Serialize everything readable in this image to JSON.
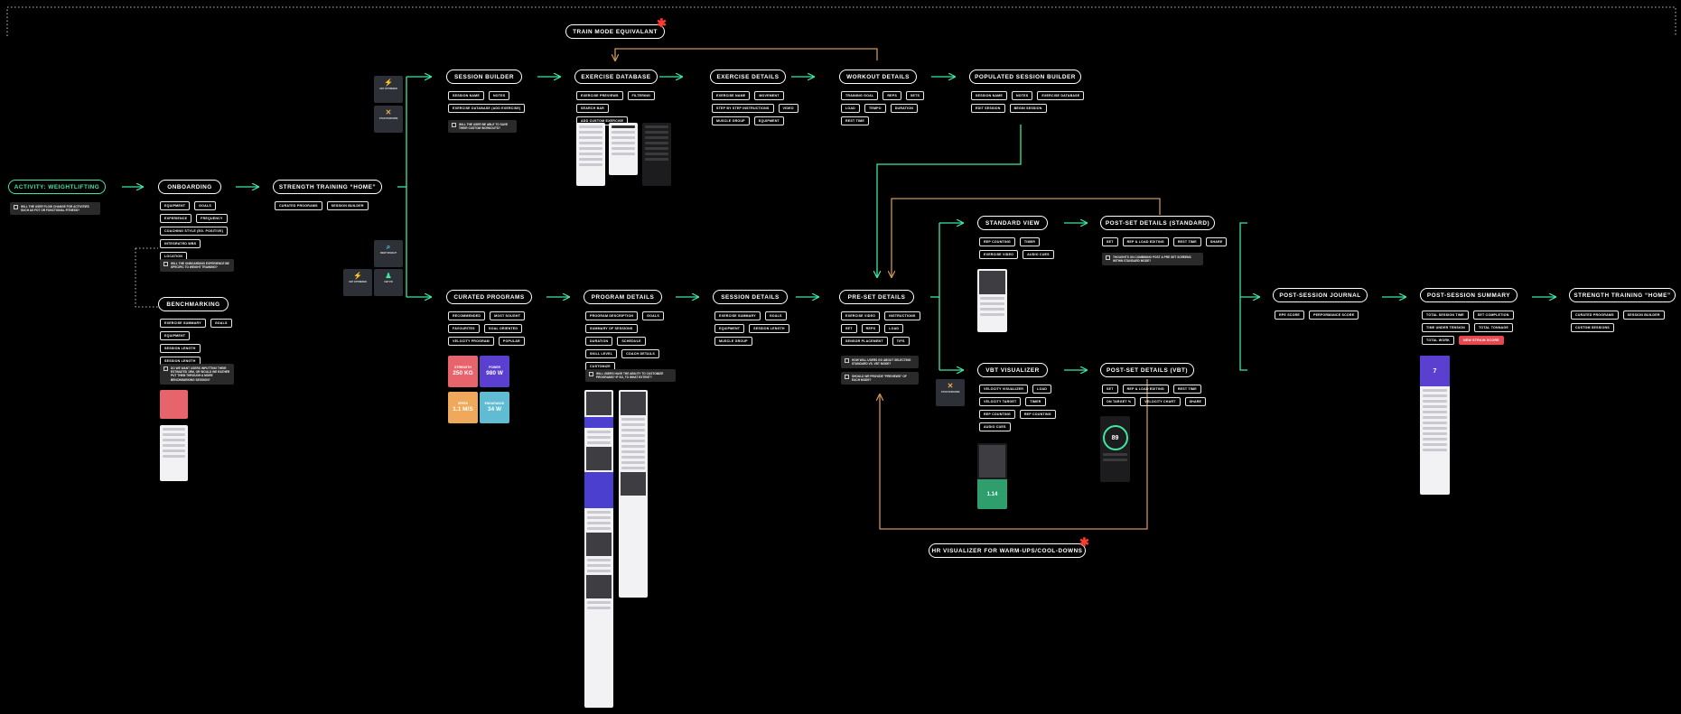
{
  "colors": {
    "green_flow": "#3ee8a0",
    "tan_flow": "#c9955a",
    "accent_red": "#ff3b30",
    "background": "#000000"
  },
  "nodes": {
    "activity": "ACTIVITY: WEIGHTLIFTING",
    "onboarding": "ONBOARDING",
    "benchmarking": "BENCHMARKING",
    "home": "STRENGTH TRAINING “HOME”",
    "session_builder": "SESSION BUILDER",
    "exercise_database": "EXERCISE DATABASE",
    "exercise_details": "EXERCISE DETAILS",
    "workout_details": "WORKOUT DETAILS",
    "populated_builder": "POPULATED SESSION BUILDER",
    "train_mode": "TRAIN MODE EQUIVALANT",
    "curated_programs": "CURATED PROGRAMS",
    "program_details": "PROGRAM DETAILS",
    "session_details": "SESSION DETAILS",
    "pre_set": "PRE-SET DETAILS",
    "standard_view": "STANDARD VIEW",
    "vbt_visualizer": "VBT VISUALIZER",
    "post_set_standard": "POST-SET DETAILS (STANDARD)",
    "post_set_vbt": "POST-SET DETAILS (VBT)",
    "journal": "POST-SESSION JOURNAL",
    "summary": "POST-SESSION SUMMARY",
    "home_end": "STRENGTH TRAINING “HOME”",
    "hr_visualizer": "HR VISUALIZER FOR WARM-UPS/COOL-DOWNS"
  },
  "chips": {
    "onboarding": [
      "EQUIPMENT",
      "GOALS",
      "EXPERIENCE",
      "FREQUENCY",
      "COACHING STYLE (EG. POSITIVE)",
      "INTEGRATED WBS",
      "LOCATION"
    ],
    "benchmarking": [
      "EXERCISE SUMMARY",
      "GOALS",
      "EQUIPMENT",
      "SESSION LENGTH",
      "SESSION LENGTH"
    ],
    "home": [
      "CURATED PROGRAMS",
      "SESSION BUILDER"
    ],
    "session_builder": [
      "SESSION NAME",
      "NOTES",
      "EXERCISE DATABASE (ADD EXERCISE)"
    ],
    "exercise_database": [
      "EXERCISE PREVIEWS",
      "FILTERING",
      "SEARCH BAR",
      "ADD CUSTOM EXERCISE"
    ],
    "exercise_details": [
      "EXERCISE NAME",
      "MOVEMENT",
      "STEP BY STEP INSTRUCTIONS",
      "VIDEO",
      "MUSCLE GROUP",
      "EQUIPMENT"
    ],
    "workout_details": [
      "TRAINING GOAL",
      "REPS",
      "SETS",
      "LOAD",
      "TEMPO",
      "DURATION",
      "REST TIME"
    ],
    "populated_builder": [
      "SESSION NAME",
      "NOTES",
      "EXERCISE DATABASE",
      "EDIT SESSION",
      "BEGIN SESSION"
    ],
    "curated_programs": [
      "RECOMMENDED",
      "MOST SOUGHT",
      "FAVOURITES",
      "GOAL ORIENTED",
      "VELOCITY PROGRAM",
      "POPULAR"
    ],
    "program_details": [
      "PROGRAM DESCRIPTION",
      "GOALS",
      "SUMMARY OF SESSIONS",
      "DURATION",
      "SCHEDULE",
      "SKILL LEVEL",
      "COACH DETAILS",
      "CUSTOMIZE"
    ],
    "session_details": [
      "EXERCISE SUMMARY",
      "GOALS",
      "EQUIPMENT",
      "SESSION LENGTH",
      "MUSCLE GROUP"
    ],
    "pre_set": [
      "EXERCISE VIDEO",
      "INSTRUCTIONS",
      "SET",
      "REPS",
      "LOAD",
      "SENSOR PLACEMENT",
      "TIPS"
    ],
    "standard_view": [
      "REP COUNTING",
      "TIMER",
      "EXERCISE VIDEO",
      "AUDIO CUES"
    ],
    "vbt_visualizer": [
      "VELOCITY VISUALIZER",
      "LOAD",
      "VELOCITY TARGET",
      "TIMER",
      "REP COUNTING",
      "REP COUNTING",
      "AUDIO CUES"
    ],
    "post_set_standard": [
      "SET",
      "REP & LOAD EDITING",
      "REST TIME",
      "SHARE"
    ],
    "post_set_vbt": [
      "SET",
      "REP & LOAD EDITING",
      "REST TIME",
      "ON TARGET %",
      "VELOCITY CHART",
      "SHARE"
    ],
    "journal": [
      "RPE SCORE",
      "PERFORMANCE SCORE"
    ],
    "summary": [
      "TOTAL SESSION TIME",
      "SET COMPLETION",
      "TIME UNDER TENSION",
      "TOTAL TONNAGE",
      "TOTAL WORK"
    ],
    "summary_red": "NEW STRAIN SCORE",
    "home_end": [
      "CURATED PROGRAMS",
      "SESSION BUILDER",
      "CUSTOM SESSIONS"
    ]
  },
  "notes": {
    "activity": "WILL THE USER FLOW CHANGE FOR ACTIVITIES SUCH AS FOT OR FUNCTIONAL FITNESS?",
    "onboarding": "WILL THE ONBOARDING EXPERIENCE BE SPECIFIC TO WEIGHT TRAINING?",
    "benchmarking": "DO WE WANT USERS INPUTTING THEIR ESTIMATED 1RM, OR WOULD WE RATHER PUT THEM THROUGH A MORE BENCHMARKING SESSION?",
    "session_builder": "WILL THE USER BE ABLE TO SAVE THEIR CUSTOM WORKOUTS?",
    "program_details": "WILL USERS HAVE THE ABILITY TO CUSTOMIZE PROGRAMS? IF SO, TO WHAT EXTENT?",
    "pre_set_1": "HOW WILL USERS GO ABOUT SELECTING STANDARD VS. VBT MODE?",
    "pre_set_2": "SHOULD WE PROVIDE \"PREVIEWS\" OF EACH MODE?",
    "post_set_standard": "THOUGHTS ON COMBINING POST & PRE SET SCREENS WITHIN STANDARD MODE?"
  },
  "tiles": [
    {
      "label": "STRENGTH",
      "value": "250 KG",
      "color": "#e8646c"
    },
    {
      "label": "POWER",
      "value": "980 W",
      "color": "#5a3fd1"
    },
    {
      "label": "SPEED",
      "value": "1.1 M/S",
      "color": "#f0a85a"
    },
    {
      "label": "ENDURANCE",
      "value": "34 W",
      "color": "#5fbcd3"
    }
  ],
  "icon_cards": {
    "top_1": {
      "icon": "⚡",
      "label": "VBT OPTIMIZED"
    },
    "top_2": {
      "icon": "✕",
      "label": "STAR PERFORM"
    },
    "bottom_1": {
      "icon": "⚡",
      "label": "VBT OPTIMIZED"
    },
    "bottom_2": {
      "icon": "⌕",
      "label": "DEEP INSIGHT"
    },
    "bottom_3": {
      "icon": "♟",
      "label": "VBT PR"
    },
    "presets": {
      "icon": "✕",
      "label": "STAR PERFORM"
    }
  },
  "mock": {
    "gauge_value": "89",
    "vbt_value": "1.14",
    "summary_value": "7"
  }
}
